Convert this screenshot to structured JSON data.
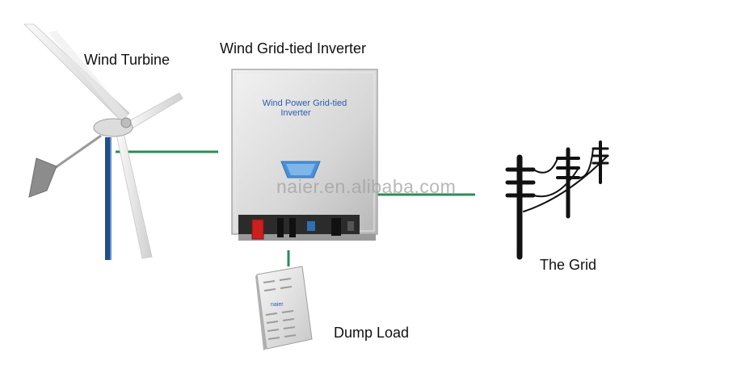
{
  "labels": {
    "turbine": "Wind Turbine",
    "inverter": "Wind Grid-tied Inverter",
    "grid": "The Grid",
    "dump_load": "Dump Load"
  },
  "inverter_panel": {
    "line1": "Wind Power Grid-tied",
    "line2": "Inverter"
  },
  "dump_load_panel": {
    "brand": "naier"
  },
  "watermark": "naier.en.alibaba.com",
  "colors": {
    "connector": "#2e8b57",
    "inverter_body": "#d9d9d9",
    "inverter_text": "#2a5db0",
    "display": "#4a90d9",
    "pole": "#111111",
    "tower": "#1f4e8c",
    "blade": "#e6e6e6",
    "tail": "#8c8c8c",
    "switch": "#cc1f1f"
  },
  "connections": [
    {
      "from": "turbine",
      "to": "inverter"
    },
    {
      "from": "inverter",
      "to": "grid"
    },
    {
      "from": "inverter",
      "to": "dump_load"
    }
  ]
}
